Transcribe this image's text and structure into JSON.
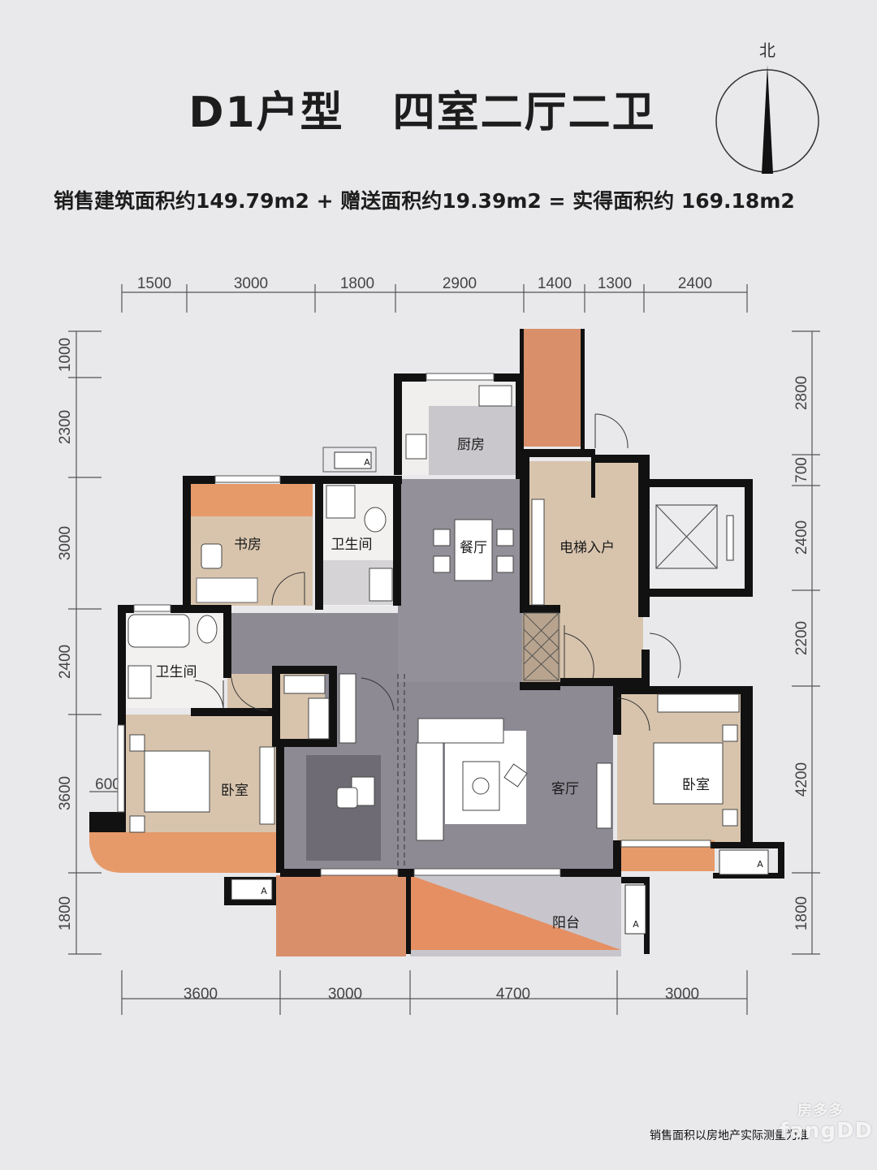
{
  "title": {
    "unit": "D1户型",
    "layout": "四室二厅二卫"
  },
  "subtitle": "销售建筑面积约149.79m2 + 赠送面积约19.39m2 = 实得面积约 169.18m2",
  "compass": {
    "north_label": "北"
  },
  "dimensions": {
    "top": [
      "1500",
      "3000",
      "1800",
      "2900",
      "1400",
      "1300",
      "2400"
    ],
    "bottom": [
      "3600",
      "3000",
      "4700",
      "3000"
    ],
    "left": [
      "1000",
      "2300",
      "3000",
      "2400",
      "3600",
      "1800"
    ],
    "left_small": "600",
    "right": [
      "2800",
      "700",
      "2400",
      "2200",
      "4200",
      "1800"
    ]
  },
  "rooms": {
    "kitchen": "厨房",
    "study": "书房",
    "bathroom_north": "卫生间",
    "dining": "餐厅",
    "elevator_entry": "电梯入户",
    "bathroom_west": "卫生间",
    "bedroom_west": "卧室",
    "living": "客厅",
    "bedroom_east": "卧室",
    "balcony": "阳台"
  },
  "ac_labels": {
    "ac1": "A",
    "ac2": "A",
    "ac3": "A",
    "ac4": "A"
  },
  "footer_note": "销售面积以房地产实际测量为准",
  "watermark": {
    "brand": "房多多",
    "latin": "fangDD"
  },
  "colors": {
    "wall": "#111111",
    "floor_gray": "#8d8a94",
    "wood": "#d8c4ad",
    "terrace": "#d9906a",
    "background": "#e9e9ec"
  }
}
